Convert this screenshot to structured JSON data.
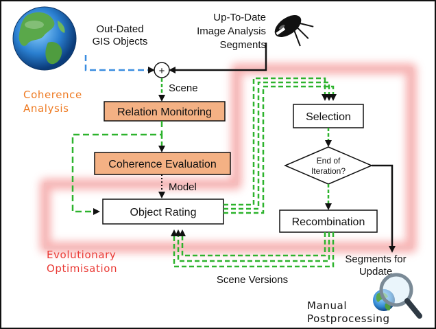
{
  "sources": {
    "outdated": [
      "Out-Dated",
      "GIS Objects"
    ],
    "uptodate": [
      "Up-To-Date",
      "Image Analysis",
      "Segments"
    ]
  },
  "combine_symbol": "+",
  "flow_labels": {
    "scene": "Scene",
    "model": "Model",
    "scene_versions": "Scene Versions"
  },
  "groups": {
    "coherence": [
      "Coherence",
      "Analysis"
    ],
    "evolutionary": [
      "Evolutionary",
      "Optimisation"
    ]
  },
  "boxes": {
    "relation_monitoring": "Relation Monitoring",
    "coherence_evaluation": "Coherence Evaluation",
    "object_rating": "Object Rating",
    "selection": "Selection",
    "recombination": "Recombination"
  },
  "decision": [
    "End of",
    "Iteration?"
  ],
  "outputs": {
    "segments_update": [
      "Segments for",
      "Update"
    ],
    "manual": [
      "Manual",
      "Postprocessing"
    ]
  },
  "icons": {
    "globe": "globe-icon",
    "satellite": "satellite-icon",
    "magnifier": "magnifier-globe-icon"
  },
  "colors": {
    "orange_box": "#f4b184",
    "orange_text": "#ee7a22",
    "red_text": "#ea3a35",
    "glow": "#f6a5a5",
    "green_dash": "#2db32d",
    "blue_dash": "#3a8de0"
  }
}
